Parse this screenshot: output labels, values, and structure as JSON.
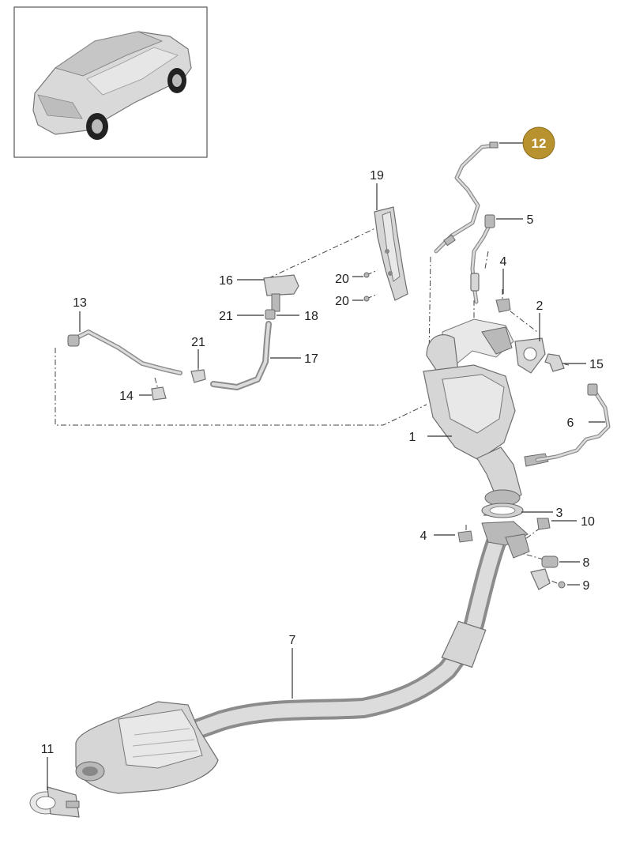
{
  "callouts": {
    "c1": "1",
    "c2": "2",
    "c3": "3",
    "c4a": "4",
    "c4b": "4",
    "c5": "5",
    "c6": "6",
    "c7": "7",
    "c8": "8",
    "c9": "9",
    "c10": "10",
    "c11": "11",
    "c12": "12",
    "c13": "13",
    "c14": "14",
    "c15": "15",
    "c16": "16",
    "c17": "17",
    "c18": "18",
    "c19": "19",
    "c20a": "20",
    "c20b": "20",
    "c21a": "21",
    "c21b": "21"
  },
  "colors": {
    "highlight_badge": "#b8922f",
    "highlight_text": "#ffffff",
    "label_text": "#222222",
    "part_fill": "#d6d6d6"
  }
}
